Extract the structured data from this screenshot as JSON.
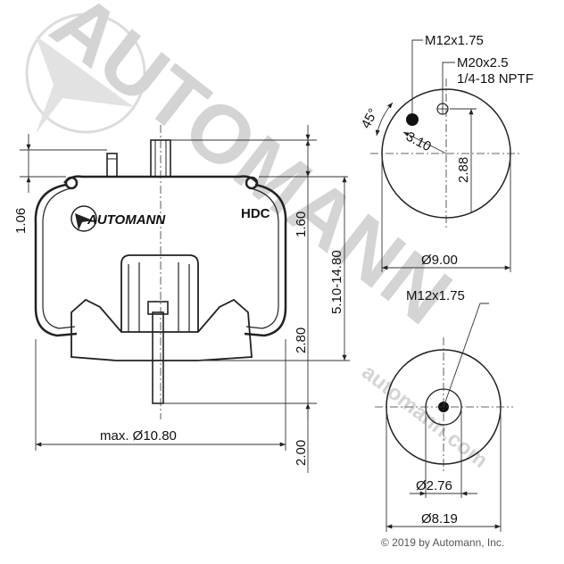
{
  "brand": {
    "watermark_text": "AUTOMANN",
    "watermark_url": "automann.com",
    "logo_text": "AUTOMANN",
    "logo_suffix": "HDC",
    "copyright": "© 2019 by Automann, Inc."
  },
  "side_view": {
    "dim_height_top": "1.06",
    "dim_upper": "1.60",
    "dim_range": "5.10-14.80",
    "dim_lower": "2.80",
    "dim_stud": "2.00",
    "dim_max_diameter": "max. Ø10.80"
  },
  "top_view": {
    "thread_1": "M12x1.75",
    "thread_2": "M20x2.5",
    "thread_3": "1/4-18 NPTF",
    "angle": "45°",
    "dim_spacing": "3.10",
    "dim_offset": "2.88",
    "dim_diameter": "Ø9.00"
  },
  "bottom_view": {
    "thread": "M12x1.75",
    "dim_inner_diameter": "Ø2.76",
    "dim_outer_diameter": "Ø8.19"
  },
  "colors": {
    "line": "#222222",
    "watermark": "#d4d4d4",
    "hatch": "#555555"
  }
}
